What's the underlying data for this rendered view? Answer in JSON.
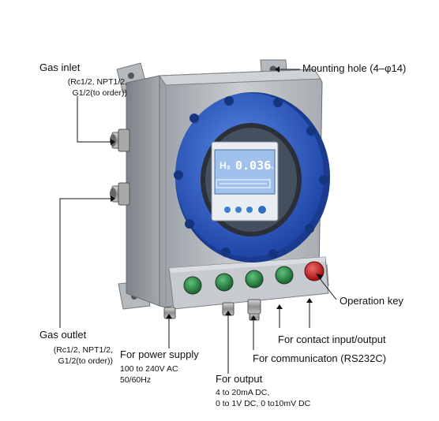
{
  "labels": {
    "gas_inlet": {
      "title": "Gas inlet",
      "details": [
        "(Rc1/2, NPT1/2,",
        "G1/2(to order))"
      ]
    },
    "gas_outlet": {
      "title": "Gas outlet",
      "details": [
        "(Rc1/2, NPT1/2,",
        "G1/2(to order))"
      ]
    },
    "mounting_hole": "Mounting hole (4–φ14)",
    "operation_key": "Operation key",
    "contact_io": "For contact input/output",
    "communication": "For communicaton (RS232C)",
    "power_supply": {
      "title": "For power supply",
      "details": [
        "100 to 240V AC",
        "50/60Hz"
      ]
    },
    "output": {
      "title": "For output",
      "details": [
        "4 to 20mA DC,",
        "0 to 1V DC, 0 to10mV DC"
      ]
    }
  },
  "display": {
    "reading_prefix": "H₂",
    "reading_value": "0.036",
    "reading_unit": "vol%"
  },
  "colors": {
    "enclosure": "#b9bec3",
    "bezel": "#2f5fc8",
    "screen": "#a9c7ef",
    "key_green": "#2e8b4a",
    "key_red": "#d22a2a"
  }
}
